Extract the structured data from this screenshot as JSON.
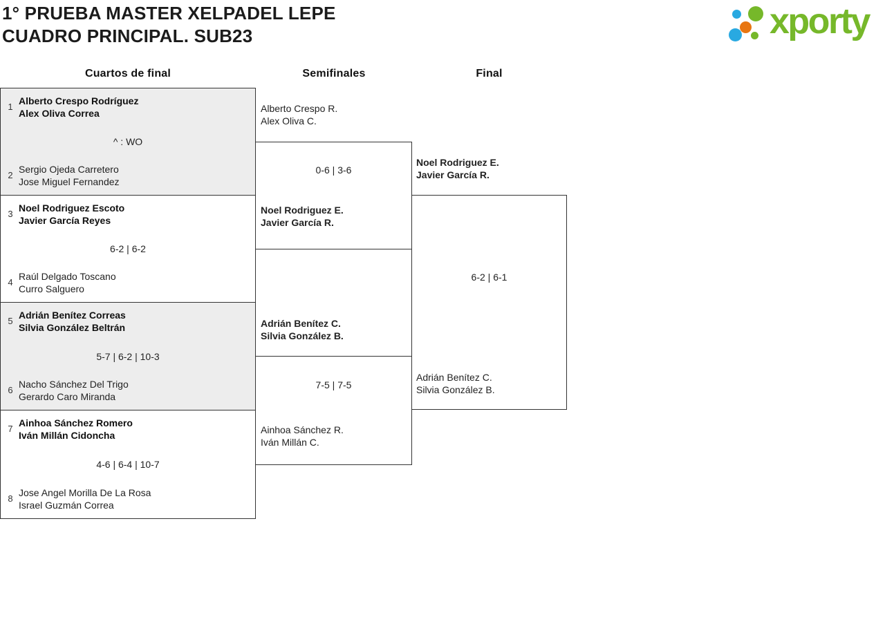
{
  "header": {
    "title_line1": "1° PRUEBA MASTER XELPADEL LEPE",
    "title_line2": "CUADRO PRINCIPAL. SUB23",
    "logo_text": "xporty"
  },
  "colors": {
    "logo_green": "#76b82a",
    "logo_blue": "#29a9e1",
    "logo_orange": "#e87611",
    "shaded_box_bg": "#ededed",
    "bracket_line": "#333333"
  },
  "columns": [
    {
      "label": "Cuartos de final"
    },
    {
      "label": "Semifinales"
    },
    {
      "label": "Final"
    }
  ],
  "bracket": {
    "quarterfinals": [
      {
        "seed_top": "1",
        "team_top": [
          "Alberto Crespo Rodríguez",
          "Alex Oliva Correa"
        ],
        "score": "^ : WO",
        "seed_bottom": "2",
        "team_bottom": [
          "Sergio Ojeda Carretero",
          "Jose Miguel Fernandez"
        ],
        "winner": "top"
      },
      {
        "seed_top": "3",
        "team_top": [
          "Noel Rodriguez Escoto",
          "Javier García Reyes"
        ],
        "score": "6-2 | 6-2",
        "seed_bottom": "4",
        "team_bottom": [
          "Raúl Delgado Toscano",
          "Curro Salguero"
        ],
        "winner": "top"
      },
      {
        "seed_top": "5",
        "team_top": [
          "Adrián Benítez Correas",
          "Silvia González Beltrán"
        ],
        "score": "5-7 | 6-2 | 10-3",
        "seed_bottom": "6",
        "team_bottom": [
          "Nacho Sánchez Del Trigo",
          "Gerardo Caro Miranda"
        ],
        "winner": "top"
      },
      {
        "seed_top": "7",
        "team_top": [
          "Ainhoa Sánchez Romero",
          "Iván Millán Cidoncha"
        ],
        "score": "4-6 | 6-4 | 10-7",
        "seed_bottom": "8",
        "team_bottom": [
          "Jose Angel Morilla De La Rosa",
          "Israel Guzmán Correa"
        ],
        "winner": "top"
      }
    ],
    "semifinals": [
      {
        "team_top": [
          "Alberto Crespo R.",
          "Alex Oliva C."
        ],
        "score": "0-6 | 3-6",
        "team_bottom": [
          "Noel Rodriguez E.",
          "Javier García R."
        ],
        "winner": "bottom"
      },
      {
        "team_top": [
          "Adrián Benítez C.",
          "Silvia González B."
        ],
        "score": "7-5 | 7-5",
        "team_bottom": [
          "Ainhoa Sánchez R.",
          "Iván Millán C."
        ],
        "winner": "top"
      }
    ],
    "final": {
      "team_top": [
        "Noel Rodriguez E.",
        "Javier García R."
      ],
      "score": "6-2 | 6-1",
      "team_bottom": [
        "Adrián Benítez C.",
        "Silvia González B."
      ],
      "winner": "top"
    }
  }
}
